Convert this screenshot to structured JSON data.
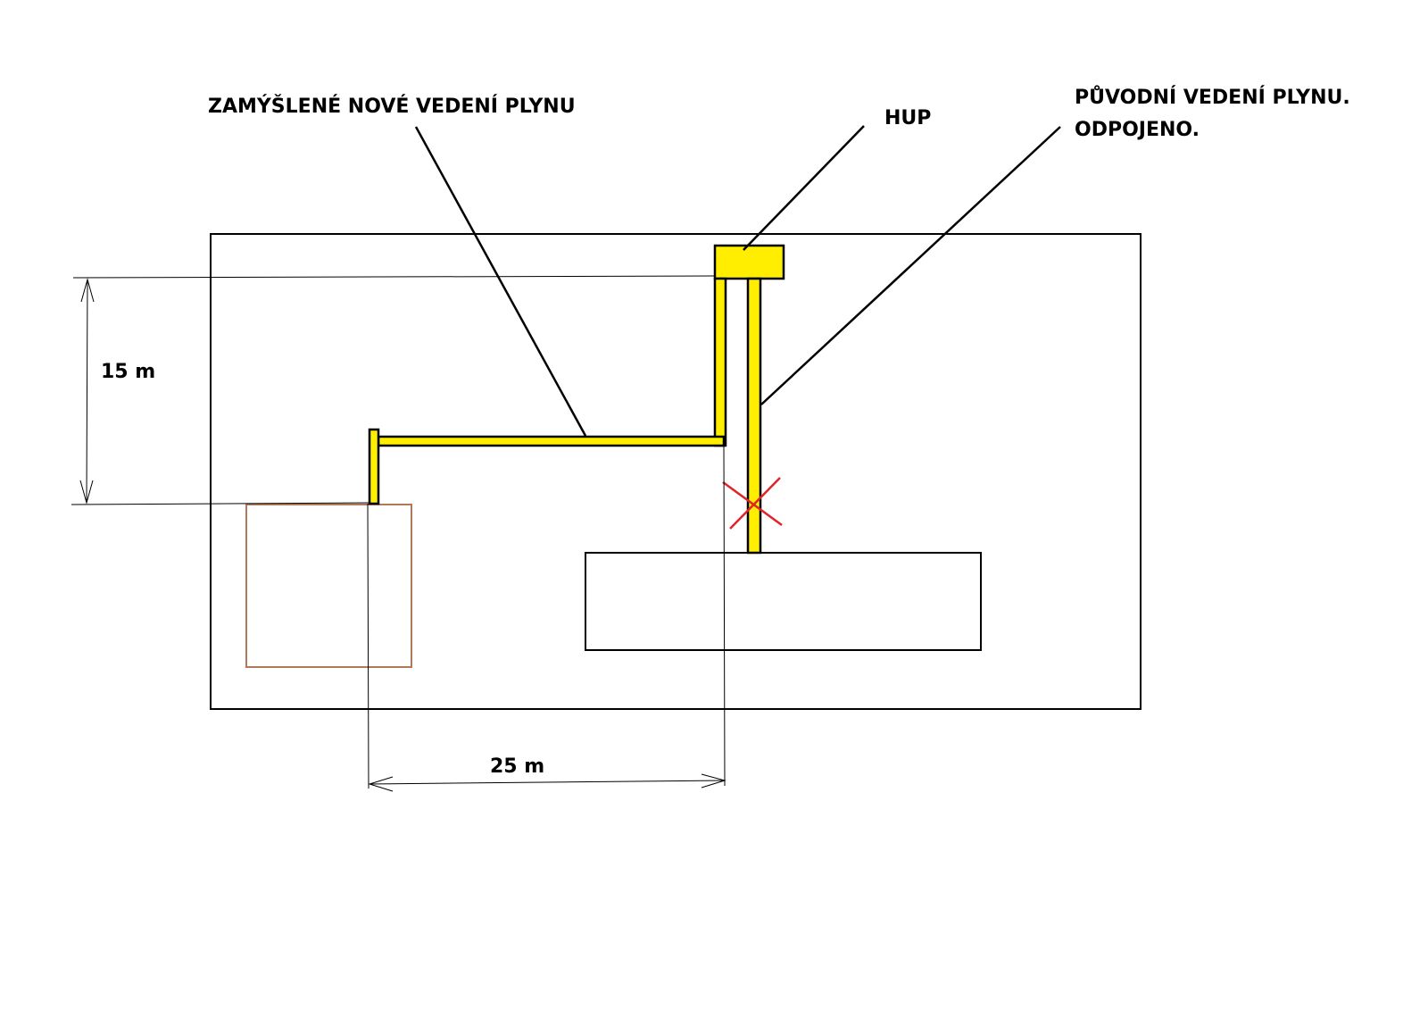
{
  "labels": {
    "new_gas_line": "ZAMÝŠLENÉ NOVÉ VEDENÍ PLYNU",
    "hup": "HUP",
    "original_line_1": "PŮVODNÍ VEDENÍ PLYNU.",
    "original_line_2": "ODPOJENO."
  },
  "dimensions": {
    "vertical": "15 m",
    "horizontal": "25 m"
  },
  "colors": {
    "pipe": "#ffee00",
    "outline": "#000000",
    "cross": "#e0242a",
    "small_building": "#b07a5a"
  }
}
